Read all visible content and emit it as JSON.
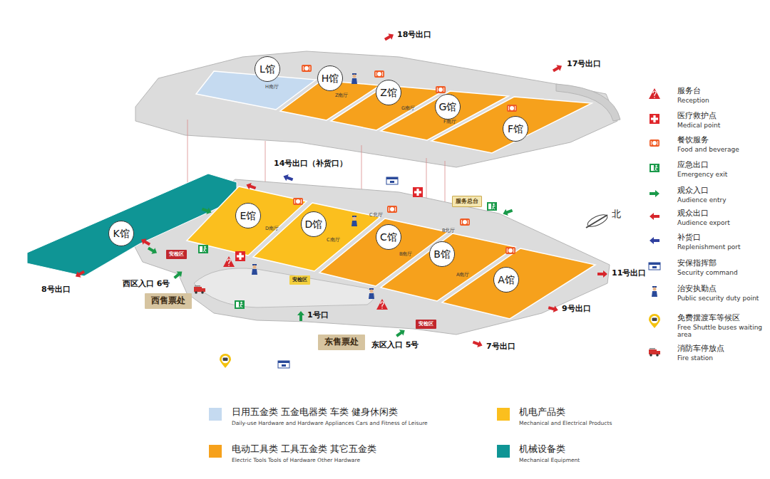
{
  "diagram": {
    "nodes": [
      {
        "text": [
          "L馆"
        ]
      },
      {
        "text": [
          "H馆"
        ]
      },
      {
        "text": [
          "Z馆"
        ]
      },
      {
        "text": [
          "G馆"
        ]
      },
      {
        "text": [
          "F馆"
        ]
      },
      {
        "text": [
          "服务总台"
        ]
      },
      {
        "text": [
          "E馆"
        ]
      },
      {
        "text": [
          "D馆"
        ]
      },
      {
        "text": [
          "C馆"
        ]
      },
      {
        "text": [
          "K馆"
        ]
      },
      {
        "text": [
          "B馆"
        ]
      },
      {
        "text": [
          "A馆"
        ]
      },
      {
        "text": [
          "安检区"
        ]
      },
      {
        "text": [
          "安检区"
        ]
      },
      {
        "text": [
          "西售票处"
        ]
      },
      {
        "text": [
          "安检区"
        ]
      },
      {
        "text": [
          "东售票处"
        ]
      }
    ],
    "labels": [
      "18号出口",
      "17号出口",
      "14号出口（补货口）",
      "8号出口",
      "西区入口 6号",
      "1号口",
      "东区入口 5号",
      "7号出口",
      "9号出口",
      "11号出口",
      "H南厅",
      "Z南厅",
      "G南厅",
      "F南厅",
      "D南厅",
      "C南厅",
      "C北厅",
      "B北厅",
      "B南厅",
      "A南厅",
      "北",
      "Reception",
      "Medical point",
      "Food and beverage",
      "Emergency exit",
      "Audience entry",
      "Audience export",
      "Replenishment port",
      "Security command",
      "Public security duty point",
      "Free Shuttle buses waiting area",
      "Fire station",
      "Daily-use Hardware and Hardware Appliances Cars and Fitness of Leisure",
      "Mechanical and Electrical Products",
      "Electric Tools Tools of Hardware Other Hardware",
      "Mechanical Equipment"
    ],
    "legend": [
      {
        "text": "服务台"
      },
      {
        "text": "医疗救护点"
      },
      {
        "text": "餐饮服务"
      },
      {
        "text": "应急出口"
      },
      {
        "text": "观众入口"
      },
      {
        "text": "观众出口"
      },
      {
        "text": "补货口"
      },
      {
        "text": "安保指挥部"
      },
      {
        "text": "治安执勤点"
      },
      {
        "text": "免费摆渡车等候区"
      },
      {
        "text": "消防车停放点"
      },
      {
        "text": "日用五金类 五金电器类 车类 健身休闲类",
        "color": "#c5daf0"
      },
      {
        "text": "机电产品类",
        "color": "#fbbf1e"
      },
      {
        "text": "电动工具类 工具五金类 其它五金类",
        "color": "#f6a11c"
      },
      {
        "text": "机械设备类",
        "color": "#0f9595"
      }
    ]
  }
}
